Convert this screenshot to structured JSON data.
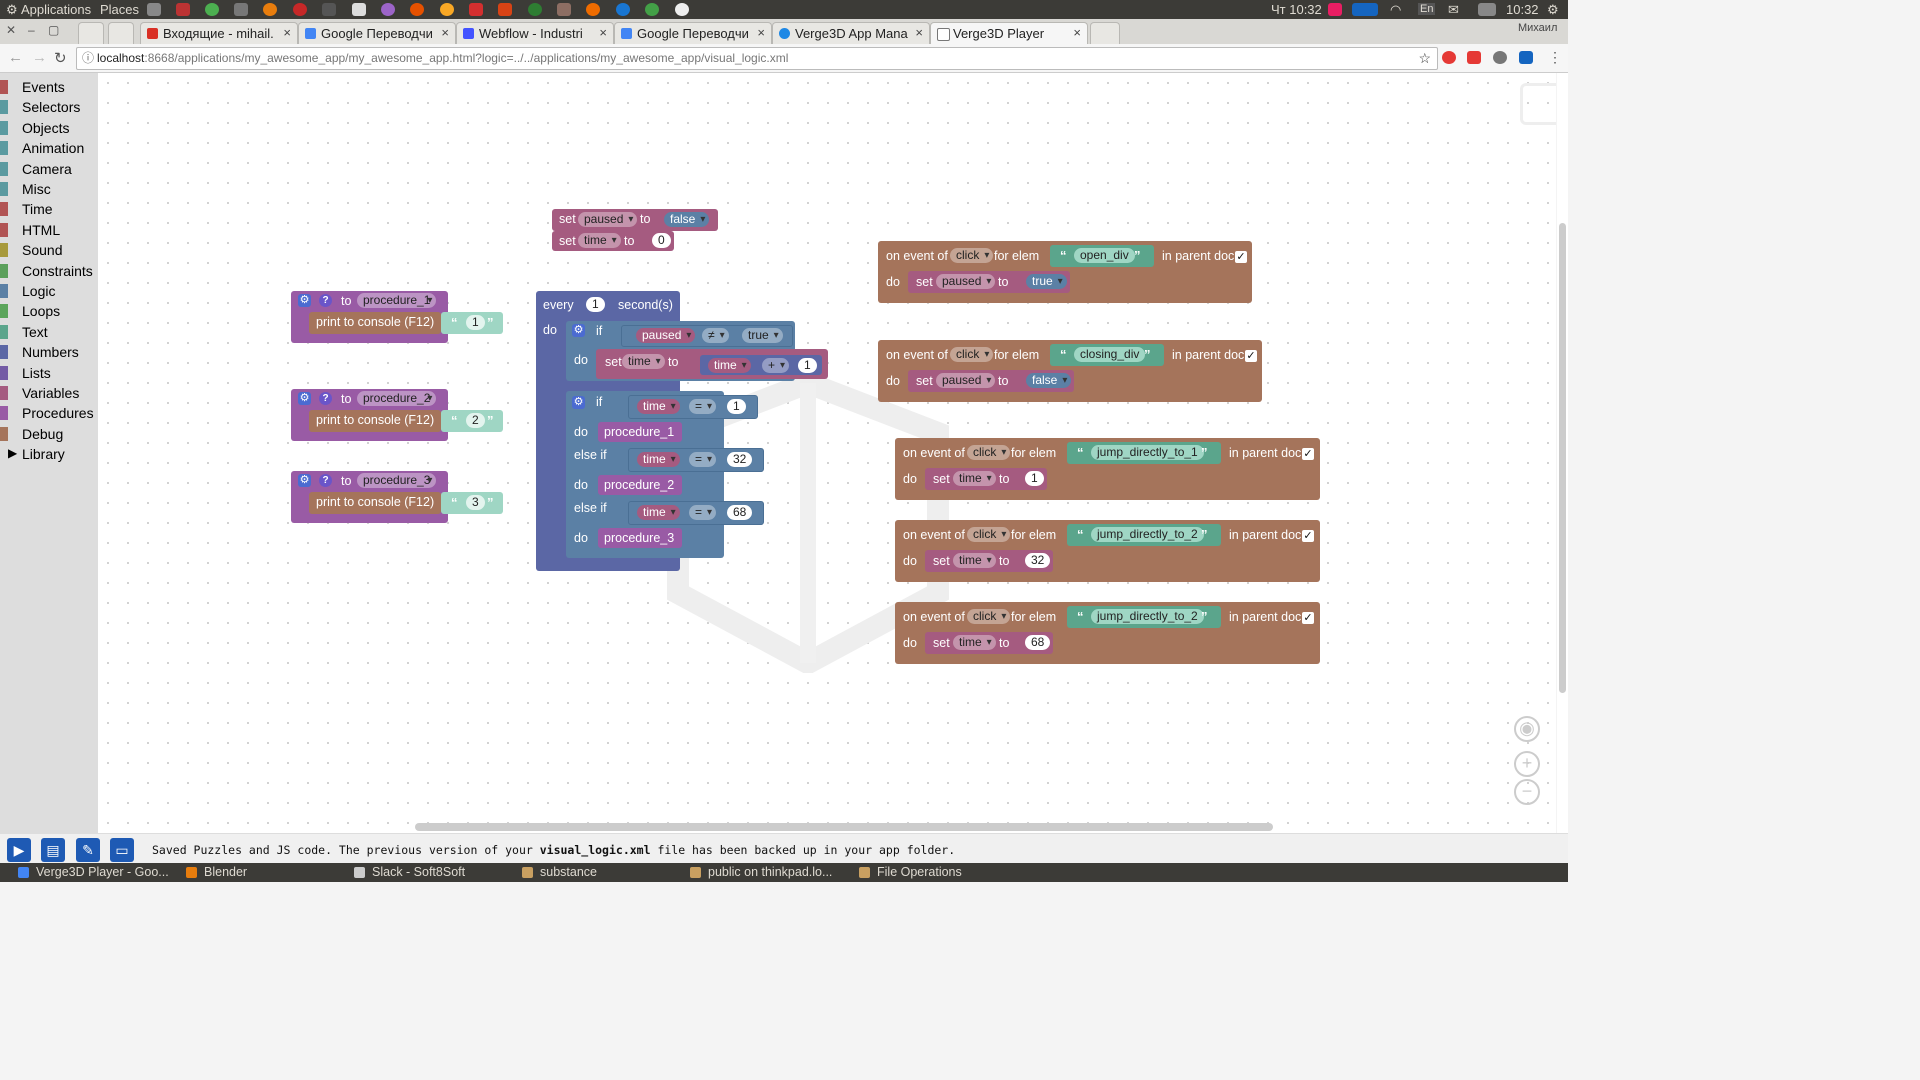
{
  "os_bar": {
    "applications": "Applications",
    "places": "Places",
    "clock_left": "Чт 10:32",
    "clock_right": "10:32",
    "lang": "En",
    "user": "Михаил"
  },
  "tabs": [
    {
      "label": "Входящие - mihail.",
      "color": "#d93025"
    },
    {
      "label": "Google Переводчи",
      "color": "#4285f4"
    },
    {
      "label": "Webflow - Industri",
      "color": "#4353ff"
    },
    {
      "label": "Google Переводчи",
      "color": "#4285f4"
    },
    {
      "label": "Verge3D App Mana",
      "color": "#1e88e5"
    },
    {
      "label": "Verge3D Player",
      "color": "#777777"
    }
  ],
  "tab_close": "×",
  "url": {
    "host": "localhost",
    "rest": ":8668/applications/my_awesome_app/my_awesome_app.html?logic=../../applications/my_awesome_app/visual_logic.xml"
  },
  "sidebar": {
    "items": [
      {
        "label": "Events",
        "color": "#b15454"
      },
      {
        "label": "Selectors",
        "color": "#5b9aa0"
      },
      {
        "label": "Objects",
        "color": "#5b9aa0"
      },
      {
        "label": "Animation",
        "color": "#5b9aa0"
      },
      {
        "label": "Camera",
        "color": "#5b9aa0"
      },
      {
        "label": "Misc",
        "color": "#5b9aa0"
      },
      {
        "label": "Time",
        "color": "#b15454"
      },
      {
        "label": "HTML",
        "color": "#b15454"
      },
      {
        "label": "Sound",
        "color": "#a89a3c"
      },
      {
        "label": "Constraints",
        "color": "#5ba05b"
      },
      {
        "label": "Logic",
        "color": "#5b80a5"
      },
      {
        "label": "Loops",
        "color": "#5ba55b"
      },
      {
        "label": "Text",
        "color": "#5ba58c"
      },
      {
        "label": "Numbers",
        "color": "#5b67a5"
      },
      {
        "label": "Lists",
        "color": "#745ba5"
      },
      {
        "label": "Variables",
        "color": "#a55b80"
      },
      {
        "label": "Procedures",
        "color": "#995ba5"
      },
      {
        "label": "Debug",
        "color": "#a5745b"
      },
      {
        "label": "Library",
        "color": "#dddddd"
      }
    ]
  },
  "kw": {
    "set": "set",
    "to": "to",
    "every": "every",
    "seconds": "second(s)",
    "do": "do",
    "if": "if",
    "else_if": "else if",
    "on_event_of": "on event of",
    "for_elem": "for elem",
    "in_parent_doc": "in parent doc",
    "print": "print to console (F12)",
    "open_q": "“",
    "close_q": "”",
    "check": "✓",
    "gear": "⚙",
    "help": "?",
    "neq": "≠",
    "eq": "=",
    "plus": "+"
  },
  "vars": {
    "paused": "paused",
    "time": "time"
  },
  "vals": {
    "false": "false",
    "true": "true",
    "zero": "0",
    "one": "1",
    "n2": "2",
    "n3": "3",
    "n32": "32",
    "n68": "68",
    "click": "click"
  },
  "procedures": [
    "procedure_1",
    "procedure_2",
    "procedure_3"
  ],
  "elements": [
    "open_div",
    "closing_div",
    "jump_directly_to_1",
    "jump_directly_to_2",
    "jump_directly_to_2"
  ],
  "colors": {
    "var_block": "#a55b80",
    "loop_block": "#5b67a5",
    "logic_block": "#5b80a5",
    "proc_block": "#995ba5",
    "event_block": "#a5745b",
    "debug_block": "#a5745b",
    "text_block": "#5ba58c",
    "num_block": "#5b67a5",
    "accent": "#1e5ab4"
  },
  "status": {
    "pre": "Saved Puzzles and JS code. The previous version of your ",
    "file": "visual_logic.xml",
    "post": " file has been backed up in your app folder."
  },
  "taskbar": [
    {
      "label": "Verge3D Player - Goo...",
      "color": "#4285f4"
    },
    {
      "label": "Blender",
      "color": "#e87d0d"
    },
    {
      "label": "Slack - Soft8Soft",
      "color": "#cccccc"
    },
    {
      "label": "substance",
      "color": "#c9a061"
    },
    {
      "label": "public on thinkpad.lo...",
      "color": "#c9a061"
    },
    {
      "label": "File Operations",
      "color": "#c9a061"
    }
  ]
}
